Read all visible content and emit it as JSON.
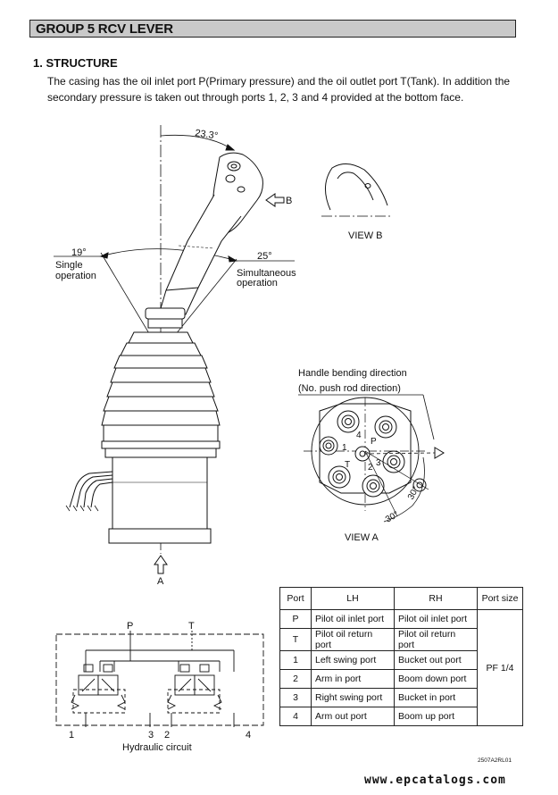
{
  "header": {
    "title": "GROUP  5   RCV LEVER"
  },
  "section": {
    "heading": "1. STRUCTURE",
    "line1": "The casing has the oil inlet port P(Primary pressure) and the oil outlet port T(Tank).   In addition the",
    "line2": "secondary pressure is taken out through ports 1, 2, 3 and 4 provided at the bottom face."
  },
  "lever_figure": {
    "angle_top": "23.3°",
    "angle_left": "19°",
    "angle_right": "25°",
    "single_1": "Single",
    "single_2": "operation",
    "simul_1": "Simultaneous",
    "simul_2": "operation",
    "arrow_b": "B",
    "arrow_a": "A"
  },
  "view_b": {
    "caption": "VIEW B"
  },
  "view_a": {
    "caption": "VIEW A",
    "bend_1": "Handle bending direction",
    "bend_2": "(No. push rod direction)",
    "port_4": "4",
    "port_p": "P",
    "port_1": "1",
    "port_t": "T",
    "port_2": "2",
    "port_3": "3",
    "angle_a": "30°",
    "angle_b": "30°"
  },
  "hydraulic": {
    "caption": "Hydraulic circuit",
    "label_p": "P",
    "label_t": "T",
    "n1": "1",
    "n3": "3",
    "n2": "2",
    "n4": "4"
  },
  "table": {
    "headers": [
      "Port",
      "LH",
      "RH",
      "Port size"
    ],
    "rows": [
      [
        "P",
        "Pilot oil inlet port",
        "Pilot oil inlet port"
      ],
      [
        "T",
        "Pilot oil return port",
        "Pilot oil return port"
      ],
      [
        "1",
        "Left swing port",
        "Bucket out port"
      ],
      [
        "2",
        "Arm in port",
        "Boom down port"
      ],
      [
        "3",
        "Right swing port",
        "Bucket in port"
      ],
      [
        "4",
        "Arm out port",
        "Boom up port"
      ]
    ],
    "port_size": "PF 1/4"
  },
  "figure_code": "2507A2RL01",
  "watermark": "www.epcatalogs.com"
}
